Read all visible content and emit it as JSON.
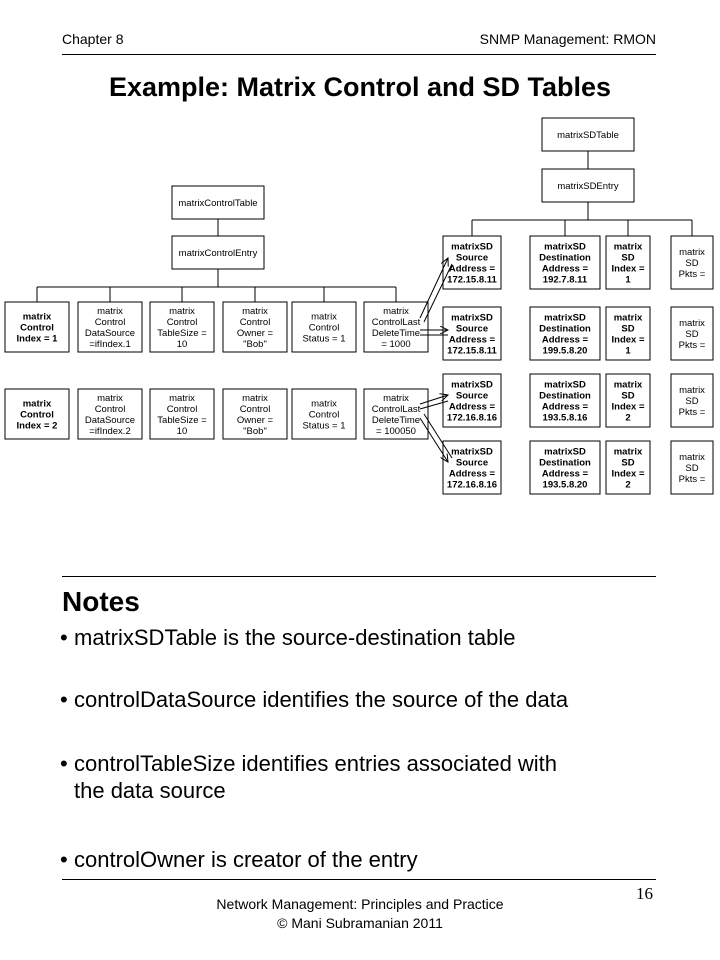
{
  "header": {
    "chapter": "Chapter 8",
    "topic": "SNMP Management:  RMON"
  },
  "title": "Example: Matrix Control and SD Tables",
  "diagram": {
    "matrix_control_table": "matrixControlTable",
    "matrix_control_entry": "matrixControlEntry",
    "matrix_sd_table": "matrixSDTable",
    "matrix_sd_entry": "matrixSDEntry",
    "control_rows": [
      [
        "matrix|Control|Index = 1",
        "matrix|Control|DataSource|=ifIndex.1",
        "matrix|Control|TableSize =|10",
        "matrix|Control|Owner =|\"Bob\"",
        "matrix|Control|Status =  1",
        "matrix|ControlLast|DeleteTime|= 1000"
      ],
      [
        "matrix|Control|Index = 2",
        "matrix|Control|DataSource|=ifIndex.2",
        "matrix|Control|TableSize =|10",
        "matrix|Control|Owner =|\"Bob\"",
        "matrix|Control|Status =  1",
        "matrix|ControlLast|DeleteTime|= 100050"
      ]
    ],
    "sd_rows": [
      [
        "matrixSD|Source|Address =|172.15.8.11",
        "matrixSD|Destination|Address =|192.7.8.11",
        "matrix|SD|Index =|1",
        "matrix|SD|Pkts ="
      ],
      [
        "matrixSD|Source|Address =|172.15.8.11",
        "matrixSD|Destination|Address =|199.5.8.20",
        "matrix|SD|Index =|1",
        "matrix|SD|Pkts ="
      ],
      [
        "matrixSD|Source|Address =|172.16.8.16",
        "matrixSD|Destination|Address =|193.5.8.16",
        "matrix|SD|Index =|2",
        "matrix|SD|Pkts ="
      ],
      [
        "matrixSD|Source|Address =|172.16.8.16",
        "matrixSD|Destination|Address =|193.5.8.20",
        "matrix|SD|Index =|2",
        "matrix|SD|Pkts ="
      ]
    ]
  },
  "notes": {
    "heading": "Notes",
    "items": [
      {
        "text": "matrixSDTable is the source-destination table"
      },
      {
        "text": "controlDataSource identifies the source of the data"
      },
      {
        "text": "controlTableSize identifies entries associated with",
        "cont": "the data source"
      },
      {
        "text": "controlOwner is creator of the entry"
      }
    ]
  },
  "page_number": "16",
  "footer": {
    "line1": "Network Management: Principles and Practice",
    "line2": "©  Mani Subramanian 2011"
  }
}
